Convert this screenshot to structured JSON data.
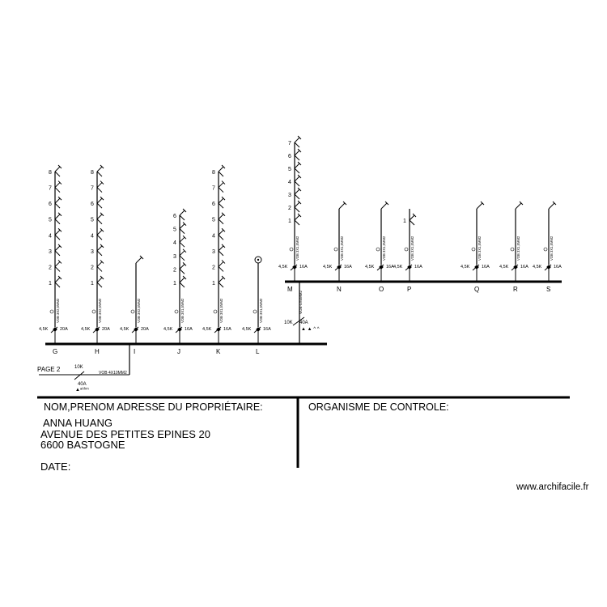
{
  "diagram": {
    "page_ref": "PAGE 2",
    "main_breaker": {
      "curve": "10K",
      "rating": "40A",
      "cable": "VOB 4X10MM2"
    },
    "sub_feeder": {
      "letter": "M",
      "curve": "10K",
      "rating": "40A",
      "cable": "VOB-5X6MM2"
    },
    "circuits": [
      {
        "letter": "G",
        "curve": "4,5K",
        "rating": "20A",
        "cable": "VOB 3X2,5MM2",
        "points": [
          "1",
          "2",
          "3",
          "4",
          "5",
          "6",
          "7",
          "8"
        ]
      },
      {
        "letter": "H",
        "curve": "4,5K",
        "rating": "20A",
        "cable": "VOB 3X2,5MM2",
        "points": [
          "1",
          "2",
          "3",
          "4",
          "5",
          "6",
          "7",
          "8"
        ]
      },
      {
        "letter": "I",
        "curve": "4,5K",
        "rating": "20A",
        "cable": "VOB 3X2,5MM2",
        "points": []
      },
      {
        "letter": "J",
        "curve": "4,5K",
        "rating": "16A",
        "cable": "VOB 3X1,5MM2",
        "points": [
          "1",
          "2",
          "3",
          "4",
          "5",
          "6"
        ]
      },
      {
        "letter": "K",
        "curve": "4,5K",
        "rating": "16A",
        "cable": "VOB 3X1,5MM2",
        "points": [
          "1",
          "2",
          "3",
          "4",
          "5",
          "6",
          "7",
          "8"
        ]
      },
      {
        "letter": "L",
        "curve": "4,5K",
        "rating": "16A",
        "cable": "VOB 3X1,5MM2",
        "points": []
      },
      {
        "letter": "M",
        "curve": "4,5K",
        "rating": "16A",
        "cable": "VOB 3X1,5MM2",
        "points": [
          "1",
          "2",
          "3",
          "4",
          "5",
          "6",
          "7"
        ]
      },
      {
        "letter": "N",
        "curve": "4,5K",
        "rating": "16A",
        "cable": "VOB 3X1,5MM2",
        "points": []
      },
      {
        "letter": "O",
        "curve": "4,5K",
        "rating": "16A",
        "cable": "VOB 3X1,5MM2",
        "points": []
      },
      {
        "letter": "P",
        "curve": "4,5K",
        "rating": "16A",
        "cable": "VOB 3X1,5MM2",
        "points": [
          "1"
        ]
      },
      {
        "letter": "Q",
        "curve": "4,5K",
        "rating": "16A",
        "cable": "VOB 3X1,5MM2",
        "points": []
      },
      {
        "letter": "R",
        "curve": "4,5K",
        "rating": "16A",
        "cable": "VOB 3X1,5MM2",
        "points": []
      },
      {
        "letter": "S",
        "curve": "4,5K",
        "rating": "16A",
        "cable": "VOB 3X1,5MM2",
        "points": []
      }
    ]
  },
  "owner_panel": {
    "heading": "NOM,PRENOM ADRESSE DU PROPRIÉTAIRE:",
    "name": "ANNA HUANG",
    "address_line1": "AVENUE DES PETITES EPINES 20",
    "address_line2": "6600 BASTOGNE",
    "date_label": "DATE:"
  },
  "control_panel": {
    "heading": "ORGANISME DE CONTROLE:"
  },
  "watermark": "www.archifacile.fr"
}
